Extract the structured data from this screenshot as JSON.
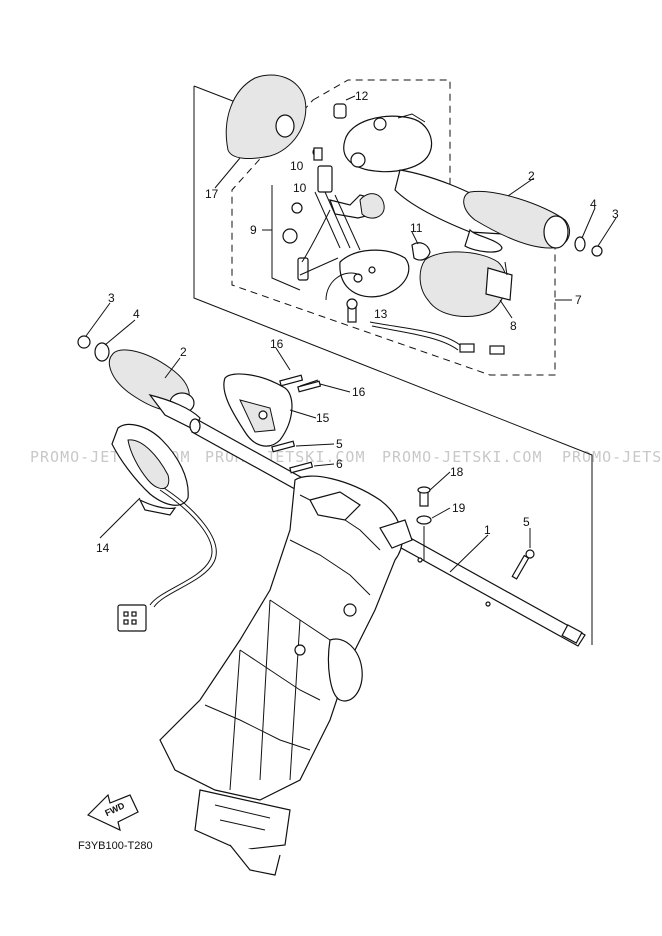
{
  "diagram": {
    "code": "F3YB100-T280",
    "fwd_label": "FWD",
    "watermark": "PROMO-JETSKI.COM",
    "callouts": [
      "1",
      "2",
      "3",
      "4",
      "5",
      "6",
      "7",
      "8",
      "9",
      "10",
      "11",
      "12",
      "13",
      "14",
      "15",
      "16",
      "17",
      "18",
      "19"
    ]
  }
}
